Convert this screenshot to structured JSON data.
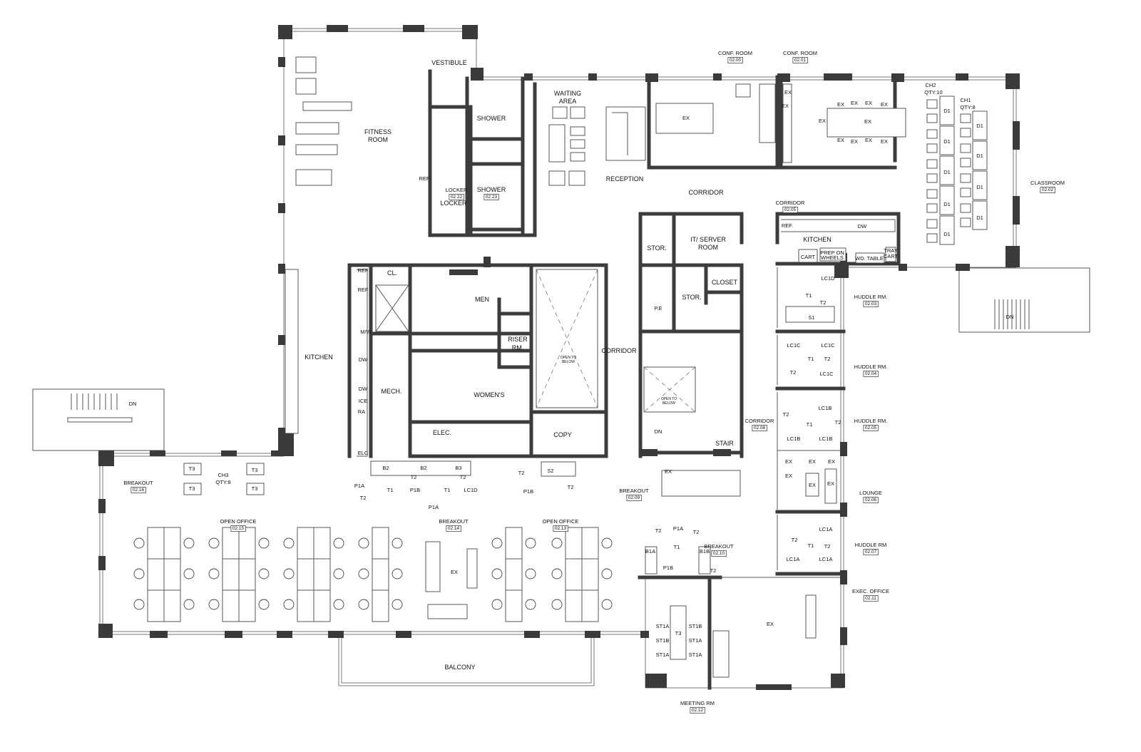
{
  "rooms": {
    "fitness": {
      "line1": "FITNESS",
      "line2": "ROOM"
    },
    "vestibule": {
      "name": "VESTIBULE"
    },
    "shower_a": {
      "name": "SHOWER"
    },
    "shower_b": {
      "name": "SHOWER",
      "number": "02.23"
    },
    "locker": {
      "name": "LOCKER",
      "number": "02.22",
      "name2": "LOCKER"
    },
    "waiting": {
      "line1": "WAITING",
      "line2": "AREA"
    },
    "reception": {
      "name": "RECEPTION"
    },
    "conf_00": {
      "name": "CONF. ROOM",
      "number": "02.00"
    },
    "conf_01": {
      "name": "CONF. ROOM",
      "number": "02.01"
    },
    "classroom": {
      "name": "CLASSROOM",
      "number": "02.02"
    },
    "corridor_north": {
      "name": "CORRIDOR"
    },
    "corridor_05": {
      "name": "CORRIDOR",
      "number": "02.05"
    },
    "kitchen_east": {
      "name": "KITCHEN"
    },
    "stor_a": {
      "name": "STOR."
    },
    "it_server": {
      "line1": "IT/ SERVER",
      "line2": "ROOM"
    },
    "stor_b": {
      "name": "STOR."
    },
    "closet": {
      "name": "CLOSET"
    },
    "pe": {
      "name": "P.E"
    },
    "cl": {
      "name": "CL."
    },
    "men": {
      "name": "MEN"
    },
    "riser": {
      "line1": "RISER",
      "line2": "RM."
    },
    "mech": {
      "name": "MECH."
    },
    "womens": {
      "name": "WOMEN'S"
    },
    "elec": {
      "name": "ELEC."
    },
    "copy": {
      "name": "COPY"
    },
    "open_below_a": {
      "line1": "OPEN TO",
      "line2": "BELOW"
    },
    "open_below_b": {
      "line1": "OPEN TO",
      "line2": "BELOW"
    },
    "corridor_central": {
      "name": "CORRIDOR"
    },
    "stair": {
      "name": "STAIR"
    },
    "corridor_08": {
      "name": "CORRIDOR",
      "number": "02.08"
    },
    "kitchen_west": {
      "name": "KITCHEN"
    },
    "huddle_03": {
      "name": "HUDDLE RM.",
      "number": "02.03"
    },
    "huddle_04": {
      "name": "HUDDLE RM.",
      "number": "02.04"
    },
    "huddle_05": {
      "name": "HUDDLE RM.",
      "number": "02.05"
    },
    "lounge": {
      "name": "LOUNGE",
      "number": "02.06"
    },
    "huddle_07": {
      "name": "HUDDLE RM",
      "number": "02.07"
    },
    "exec_office": {
      "name": "EXEC. OFFICE",
      "number": "02.11"
    },
    "breakout_16": {
      "name": "BREAKOUT",
      "number": "02.16"
    },
    "breakout_14": {
      "name": "BREAKOUT",
      "number": "02.14"
    },
    "breakout_09": {
      "name": "BREAKOUT",
      "number": "02.09"
    },
    "breakout_10": {
      "name": "BREAKOUT",
      "number": "02.10"
    },
    "open_office_15": {
      "name": "OPEN OFFICE",
      "number": "02.15"
    },
    "open_office_13": {
      "name": "OPEN OFFICE",
      "number": "02.13"
    },
    "meeting": {
      "name": "MEETING RM",
      "number": "02.12"
    },
    "balcony": {
      "name": "BALCONY"
    }
  },
  "stairs": {
    "dn_west": "DN",
    "dn_east": "DN",
    "dn_central": "DN"
  },
  "chair_counts": {
    "ch2": "CH2",
    "ch2_qty": "QTY:10",
    "ch1": "CH1",
    "ch1_qty": "QTY:8",
    "ch3": "CH3",
    "ch3_qty": "QTY:8"
  },
  "fixtures": [
    "EX",
    "EX",
    "EX",
    "EX",
    "EX",
    "EX",
    "EX",
    "EX",
    "EX",
    "EX",
    "EX",
    "EX",
    "EX",
    "D1",
    "D1",
    "D1",
    "D1",
    "D1",
    "D1",
    "D1",
    "D1",
    "D1",
    "REF.",
    "DW",
    "CART",
    "PREP ON",
    "WHEELS",
    "WD. TABLE",
    "TRAY",
    "CART",
    "REF",
    "REF",
    "M/W",
    "DW",
    "DW",
    "ICE",
    "RA",
    "ELC",
    "REF",
    "LC1D",
    "T1",
    "T2",
    "S1",
    "LC1C",
    "LC1C",
    "T1",
    "T2",
    "T2",
    "LC1C",
    "LC1B",
    "T2",
    "T2",
    "T1",
    "LC1B",
    "LC1B",
    "EX",
    "EX",
    "EX",
    "EX",
    "EX",
    "EX",
    "LC1A",
    "T2",
    "T1",
    "T2",
    "LC1A",
    "LC1A",
    "B2",
    "B2",
    "B3",
    "T2",
    "T2",
    "P1A",
    "T2",
    "T1",
    "P1B",
    "T1",
    "LC1D",
    "P1A",
    "T2",
    "S2",
    "T2",
    "P1B",
    "P1A",
    "T2",
    "T2",
    "T1",
    "B1A",
    "B1B",
    "T2",
    "P1B",
    "ST1A",
    "T3",
    "ST1B",
    "ST1B",
    "ST1A",
    "ST1A",
    "ST1A",
    "EX",
    "EX",
    "EX",
    "T3",
    "T3",
    "T3",
    "T3"
  ]
}
